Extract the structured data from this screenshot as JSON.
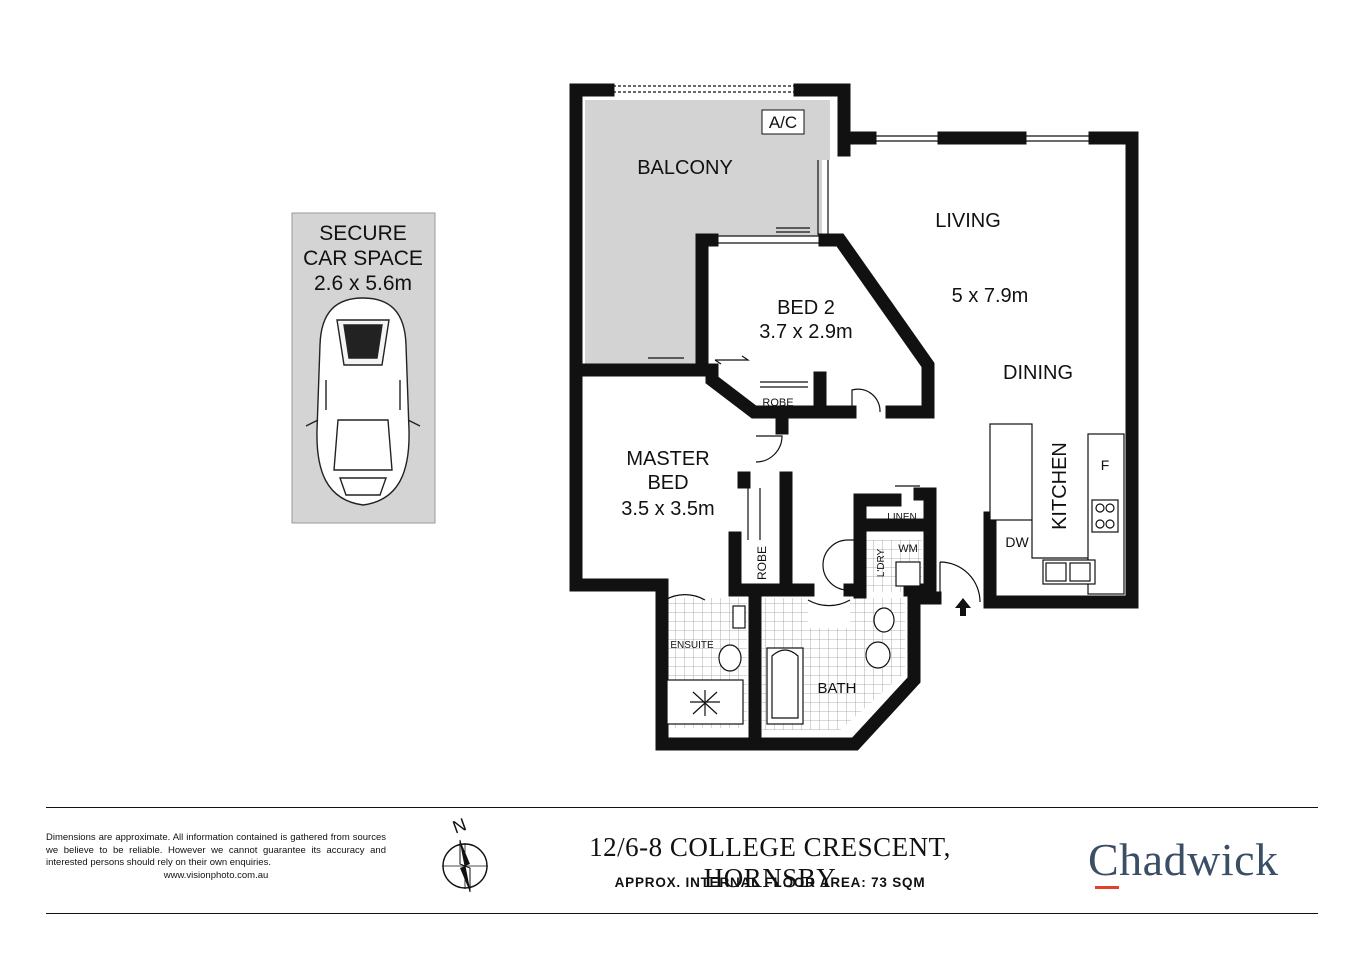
{
  "car_space": {
    "line1": "SECURE",
    "line2": "CAR SPACE",
    "line3": "2.6 x 5.6m"
  },
  "rooms": {
    "balcony": "BALCONY",
    "ac": "A/C",
    "living": "LIVING",
    "living_dims": "5 x 7.9m",
    "dining": "DINING",
    "kitchen": "KITCHEN",
    "fridge": "F",
    "dishwasher": "DW",
    "bed2": "BED 2",
    "bed2_dims": "3.7 x 2.9m",
    "bed2_robe": "ROBE",
    "master": "MASTER",
    "master2": "BED",
    "master_dims": "3.5 x 3.5m",
    "master_robe": "ROBE",
    "linen": "LINEN",
    "laundry": "L'DRY",
    "wm": "WM",
    "ensuite": "ENSUITE",
    "bath": "BATH"
  },
  "footer": {
    "disclaimer": "Dimensions are approximate. All information contained is gathered from sources we believe to be reliable. However we cannot guarantee its accuracy and interested persons should rely on their own enquiries.",
    "website": "www.visionphoto.com.au",
    "address": "12/6-8 COLLEGE CRESCENT, HORNSBY",
    "floor_area": "APPROX. INTERNAL FLOOR AREA: 73 SQM",
    "brand": "Chadwick",
    "compass_label": "N",
    "brand_accent_color": "#e1402b",
    "brand_color": "#3a4e66"
  }
}
